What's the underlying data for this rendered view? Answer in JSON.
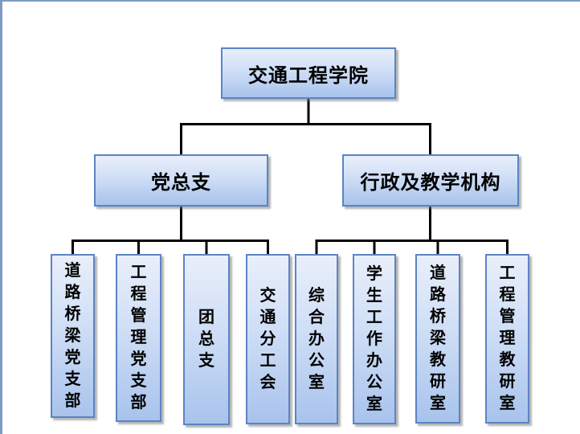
{
  "page": {
    "background_color": "#ffffff",
    "frame_border_color": "#7e9cc3"
  },
  "chart": {
    "type": "org-chart",
    "root": {
      "label": "交通工程学院"
    },
    "branches": [
      {
        "label": "党总支",
        "children": [
          "道路桥梁党支部",
          "工程管理党支部",
          "团总支",
          "交通分工会"
        ]
      },
      {
        "label": "行政及教学机构",
        "children": [
          "综合办公室",
          "学生工作办公室",
          "道路桥梁教研室",
          "工程管理教研室"
        ]
      }
    ],
    "style": {
      "node_fill_top": "#e9effb",
      "node_fill_bottom": "#a8c3ec",
      "node_border_color": "#5b84c4",
      "connector_color": "#000000",
      "text_color": "#000000"
    }
  }
}
